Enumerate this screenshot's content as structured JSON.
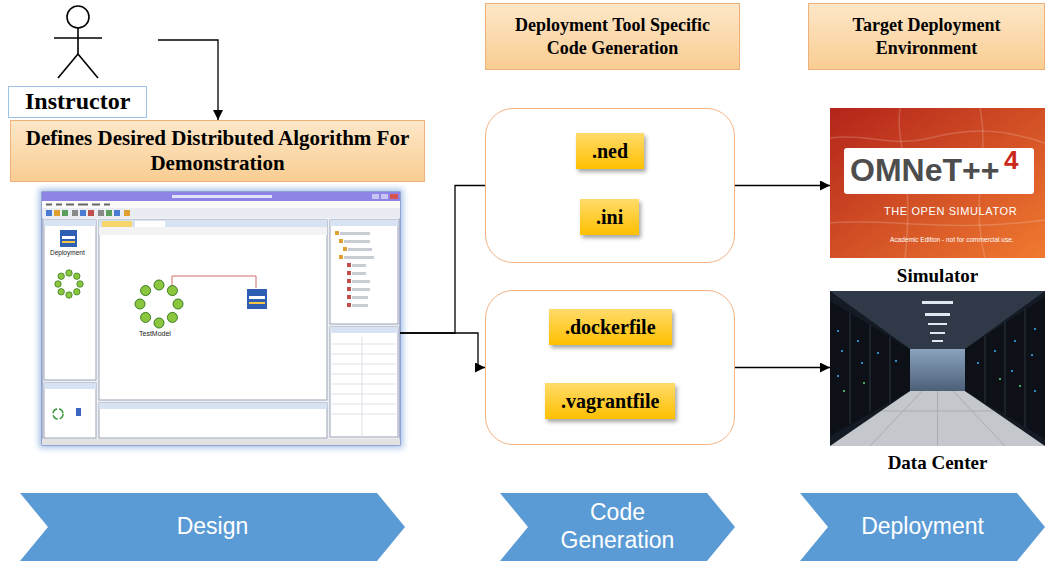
{
  "diagram": {
    "nodes": [
      {
        "text": [
          "Instructor"
        ]
      },
      {
        "text": [
          "Defines Desired Distributed Algorithm For Demonstration"
        ]
      },
      {
        "text": [
          "Deployment Tool Specific Code Generation"
        ]
      },
      {
        "text": [
          "Target Deployment Environment"
        ]
      },
      {
        "text": [
          "Deployment",
          "TestModel"
        ]
      },
      {
        "text": []
      },
      {
        "text": [
          ".ned"
        ],
        "in": 5
      },
      {
        "text": [
          ".ini"
        ],
        "in": 5
      },
      {
        "text": []
      },
      {
        "text": [
          ".dockerfile"
        ],
        "in": 8
      },
      {
        "text": [
          ".vagrantfile"
        ],
        "in": 8
      },
      {
        "text": [
          "OMNeT++",
          "4",
          "THE OPEN SIMULATOR",
          "Academic Edition - not for commercial use.",
          "Simulator"
        ]
      },
      {
        "text": [
          "Data Center"
        ]
      },
      {
        "text": [
          "Design"
        ]
      },
      {
        "text": [
          "Code Generation"
        ]
      },
      {
        "text": [
          "Deployment"
        ]
      }
    ],
    "edges": [
      {
        "from": 0,
        "to": 1,
        "arrow": "to"
      },
      {
        "from": 4,
        "to": 5,
        "arrow": "none"
      },
      {
        "from": 4,
        "to": 8,
        "arrow": "to"
      },
      {
        "from": 5,
        "to": 11,
        "arrow": "to"
      },
      {
        "from": 8,
        "to": 12,
        "arrow": "to"
      }
    ]
  }
}
